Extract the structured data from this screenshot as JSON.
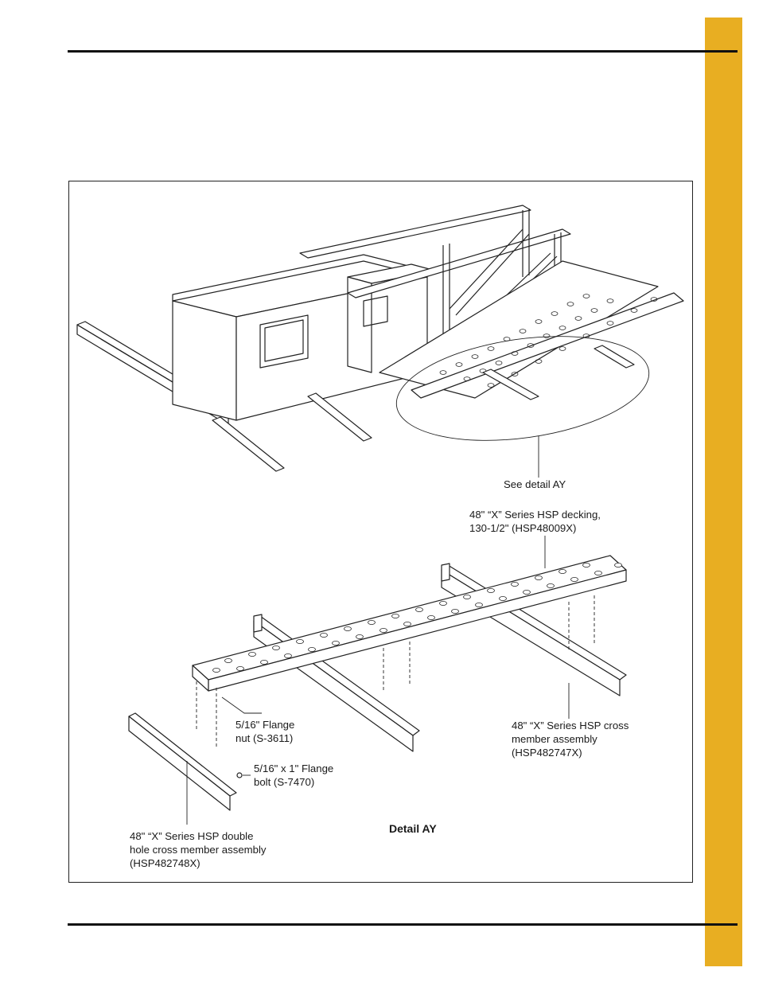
{
  "colors": {
    "side_tab": "#E8AE22",
    "rule": "#111111",
    "line_art": "#222222"
  },
  "figure": {
    "see_detail": "See detail AY",
    "detail_title": "Detail AY",
    "callouts": {
      "decking": "48\" “X” Series HSP decking,\n130-1/2\" (HSP48009X)",
      "flange_nut": "5/16\" Flange\nnut (S-3611)",
      "flange_bolt": "5/16\" x 1\" Flange\nbolt (S-7470)",
      "cross_member": "48\" “X” Series HSP cross\nmember assembly\n(HSP482747X)",
      "double_hole_cross_member": "48\" “X” Series HSP double\nhole cross member assembly\n(HSP482748X)"
    }
  }
}
